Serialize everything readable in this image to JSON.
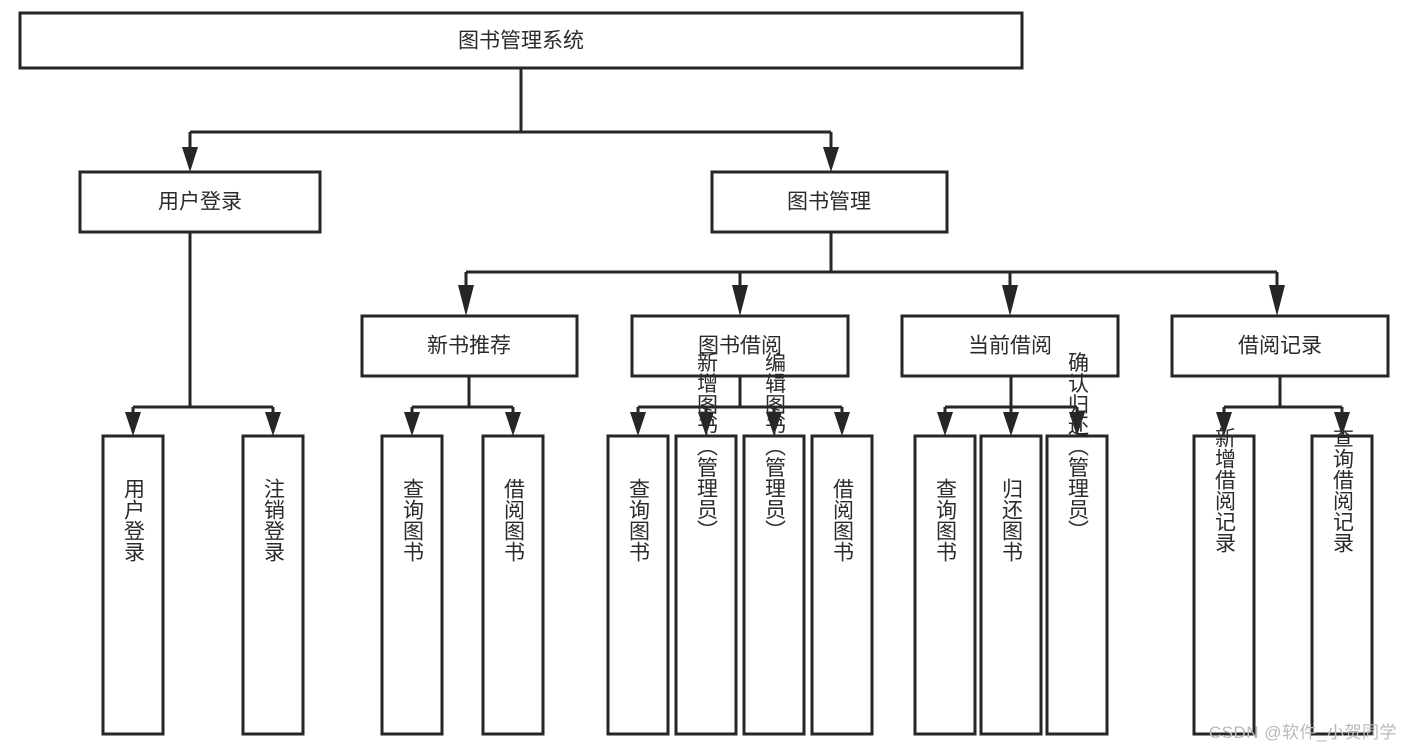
{
  "diagram": {
    "type": "tree-hierarchy-chart",
    "title": "图书管理系统",
    "orientation": "top-down",
    "colors": {
      "box_fill": "#ffffff",
      "box_stroke": "#262626",
      "text": "#2b2b2b",
      "background": "#ffffff",
      "watermark": "#b9b9b9"
    },
    "root": {
      "label": "图书管理系统",
      "text_direction": "horizontal"
    },
    "level2": [
      {
        "label": "用户登录",
        "text_direction": "horizontal"
      },
      {
        "label": "图书管理",
        "text_direction": "horizontal"
      }
    ],
    "level3": [
      {
        "label": "新书推荐",
        "text_direction": "horizontal",
        "parent": "图书管理"
      },
      {
        "label": "图书借阅",
        "text_direction": "horizontal",
        "parent": "图书管理"
      },
      {
        "label": "当前借阅",
        "text_direction": "horizontal",
        "parent": "图书管理"
      },
      {
        "label": "借阅记录",
        "text_direction": "horizontal",
        "parent": "图书管理"
      }
    ],
    "leaves": {
      "用户登录": [
        {
          "label": "用户登录",
          "text_direction": "vertical"
        },
        {
          "label": "注销登录",
          "text_direction": "vertical"
        }
      ],
      "新书推荐": [
        {
          "label": "查询图书",
          "text_direction": "vertical"
        },
        {
          "label": "借阅图书",
          "text_direction": "vertical"
        }
      ],
      "图书借阅": [
        {
          "label": "查询图书",
          "text_direction": "vertical"
        },
        {
          "label": "新增图书（管理员）",
          "text_direction": "vertical"
        },
        {
          "label": "编辑图书（管理员）",
          "text_direction": "vertical"
        },
        {
          "label": "借阅图书",
          "text_direction": "vertical"
        }
      ],
      "当前借阅": [
        {
          "label": "查询图书",
          "text_direction": "vertical"
        },
        {
          "label": "归还图书",
          "text_direction": "vertical"
        },
        {
          "label": "确认归还（管理员）",
          "text_direction": "vertical"
        }
      ],
      "借阅记录": [
        {
          "label": "新增借阅记录",
          "text_direction": "vertical"
        },
        {
          "label": "查询借阅记录",
          "text_direction": "vertical"
        }
      ]
    }
  },
  "watermark": {
    "text": "CSDN @软件_小贺同学"
  }
}
